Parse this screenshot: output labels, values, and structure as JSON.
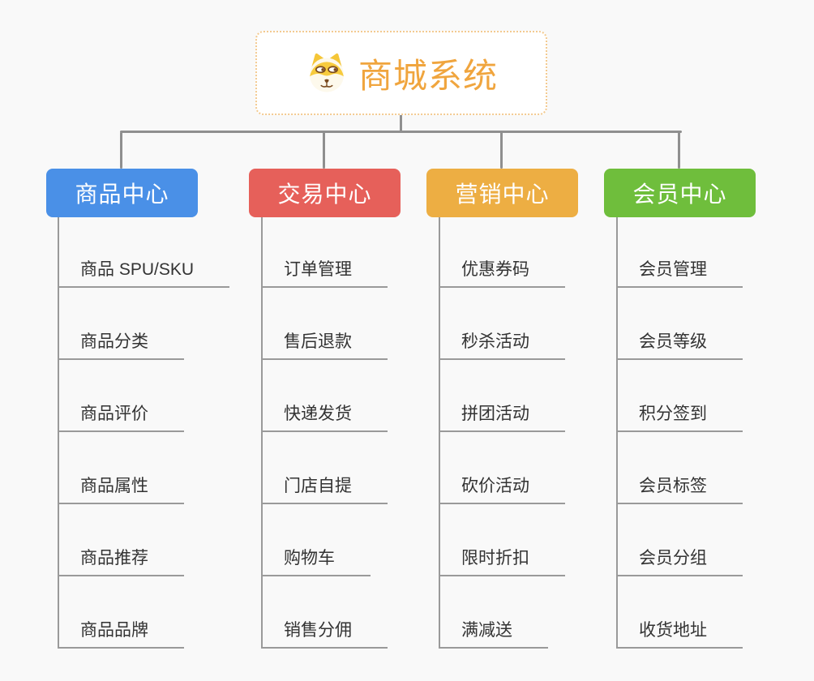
{
  "root": {
    "label": "商城系统",
    "icon": "shiba-dog-icon",
    "text_color": "#F0A53E",
    "border_color": "#F3CA90"
  },
  "branches": [
    {
      "label": "商品中心",
      "color": "#4A90E7",
      "children": [
        "商品 SPU/SKU",
        "商品分类",
        "商品评价",
        "商品属性",
        "商品推荐",
        "商品品牌"
      ]
    },
    {
      "label": "交易中心",
      "color": "#E6605A",
      "children": [
        "订单管理",
        "售后退款",
        "快递发货",
        "门店自提",
        "购物车",
        "销售分佣"
      ]
    },
    {
      "label": "营销中心",
      "color": "#EDAE43",
      "children": [
        "优惠券码",
        "秒杀活动",
        "拼团活动",
        "砍价活动",
        "限时折扣",
        "满减送"
      ]
    },
    {
      "label": "会员中心",
      "color": "#6FBE3C",
      "children": [
        "会员管理",
        "会员等级",
        "积分签到",
        "会员标签",
        "会员分组",
        "收货地址"
      ]
    }
  ],
  "colors": {
    "background": "#F9F9F9",
    "connector": "#8F8F8F",
    "leaf_line": "#9A9A9A",
    "leaf_text": "#333333",
    "branch_text": "#FFFFFF"
  }
}
